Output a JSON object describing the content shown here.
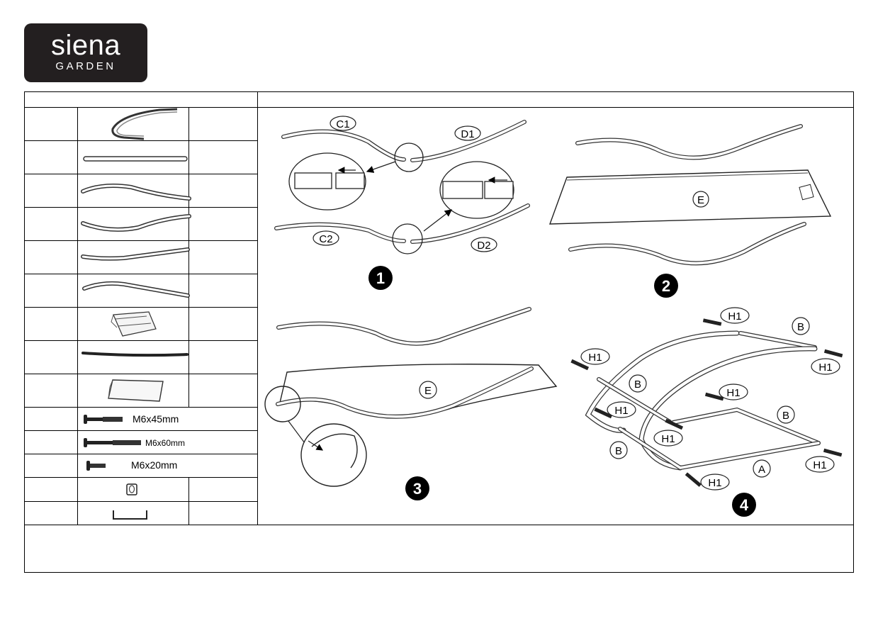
{
  "logo": {
    "brand": "siena",
    "sub": "GARDEN"
  },
  "parts": [
    {
      "id": "u-frame",
      "icon": "u-bracket-icon"
    },
    {
      "id": "straight-bar",
      "icon": "straight-bar-icon"
    },
    {
      "id": "curved-tube-c1",
      "icon": "curved-tube-icon"
    },
    {
      "id": "curved-tube-c2",
      "icon": "curved-tube-icon"
    },
    {
      "id": "curved-tube-d1",
      "icon": "curved-tube-icon"
    },
    {
      "id": "curved-tube-d2",
      "icon": "curved-tube-icon"
    },
    {
      "id": "fabric-cover",
      "icon": "fabric-icon"
    },
    {
      "id": "long-bar",
      "icon": "long-bar-icon"
    },
    {
      "id": "cushion",
      "icon": "cushion-icon"
    },
    {
      "id": "bolt-45",
      "icon": "bolt-icon",
      "spec": "M6x45mm"
    },
    {
      "id": "bolt-60",
      "icon": "bolt-icon",
      "spec": "M6x60mm"
    },
    {
      "id": "bolt-20",
      "icon": "bolt-icon",
      "spec": "M6x20mm"
    },
    {
      "id": "nut",
      "icon": "nut-icon"
    },
    {
      "id": "allen-key",
      "icon": "allen-key-icon"
    }
  ],
  "steps": {
    "s1": {
      "number": "1",
      "labels": {
        "c1": "C1",
        "d1": "D1",
        "c2": "C2",
        "d2": "D2"
      }
    },
    "s2": {
      "number": "2",
      "labels": {
        "e": "E"
      }
    },
    "s3": {
      "number": "3",
      "labels": {
        "e": "E"
      }
    },
    "s4": {
      "number": "4",
      "labels": {
        "h1": "H1",
        "b": "B",
        "a": "A"
      }
    }
  }
}
